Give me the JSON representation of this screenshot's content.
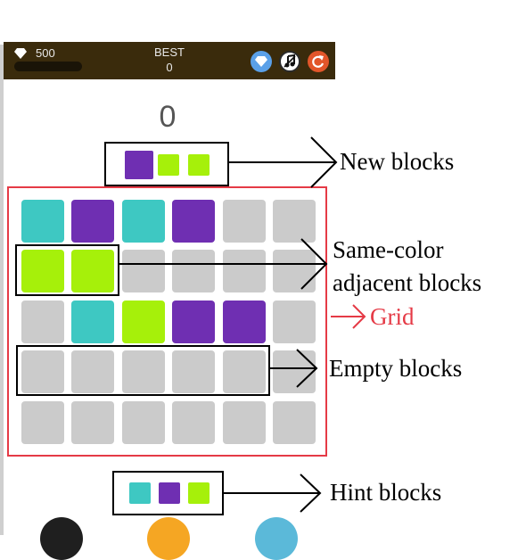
{
  "header": {
    "gems": "500",
    "best_label": "BEST",
    "best_value": "0"
  },
  "score": "0",
  "colors": {
    "teal": "#3ec8c2",
    "purple": "#6f2fb2",
    "lime": "#a6f00a",
    "empty": "#cbcbcb",
    "annotation_red": "#e53a46",
    "header_bg": "#3a2b0c"
  },
  "new_blocks": [
    "purple",
    "lime",
    "lime"
  ],
  "hint_blocks": [
    "teal",
    "purple",
    "lime"
  ],
  "grid": [
    [
      "teal",
      "purple",
      "teal",
      "purple",
      "empty",
      "empty"
    ],
    [
      "lime",
      "lime",
      "empty",
      "empty",
      "empty",
      "empty"
    ],
    [
      "empty",
      "teal",
      "lime",
      "purple",
      "purple",
      "empty"
    ],
    [
      "empty",
      "empty",
      "empty",
      "empty",
      "empty",
      "empty"
    ],
    [
      "empty",
      "empty",
      "empty",
      "empty",
      "empty",
      "empty"
    ]
  ],
  "annotations": {
    "new_blocks": "New blocks",
    "same_color_line1": "Same-color",
    "same_color_line2": "adjacent blocks",
    "grid": "Grid",
    "empty_blocks": "Empty blocks",
    "hint_blocks": "Hint blocks"
  },
  "icons": {
    "gem": "gem-icon",
    "music": "music-note-icon",
    "restart": "restart-icon"
  }
}
